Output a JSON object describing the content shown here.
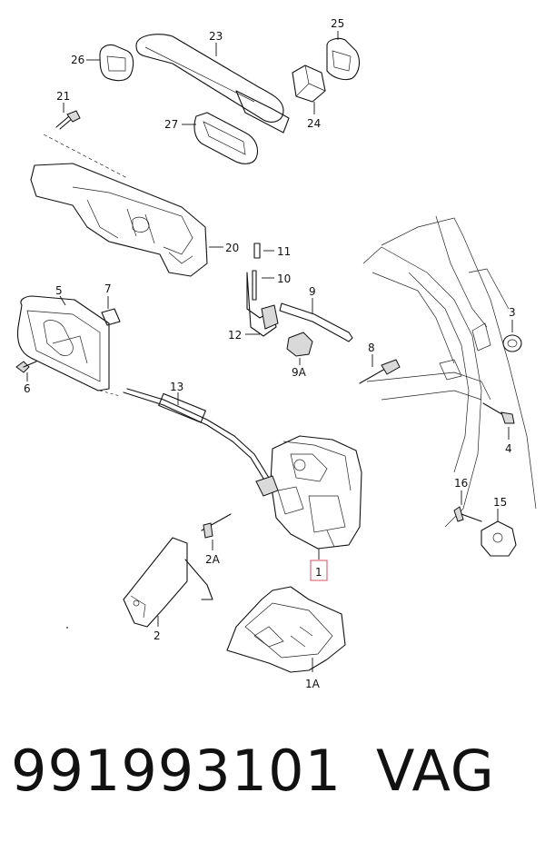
{
  "labels": {
    "l1": "1",
    "l1A": "1A",
    "l2": "2",
    "l2A": "2A",
    "l3": "3",
    "l4": "4",
    "l5": "5",
    "l6": "6",
    "l7": "7",
    "l8": "8",
    "l9": "9",
    "l9A": "9A",
    "l10": "10",
    "l11": "11",
    "l12": "12",
    "l13": "13",
    "l15": "15",
    "l16": "16",
    "l20": "20",
    "l21": "21",
    "l23": "23",
    "l24": "24",
    "l25": "25",
    "l26": "26",
    "l27": "27"
  },
  "highlight_label": "1",
  "highlight_color": "#e06a78",
  "footer": {
    "part_number": "991993101",
    "brand": "VAG"
  }
}
